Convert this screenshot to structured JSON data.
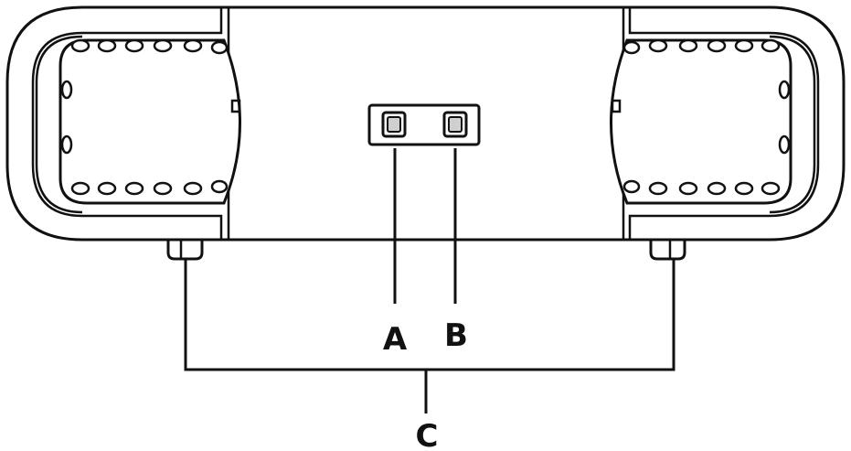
{
  "labels": {
    "a": "A",
    "b": "B",
    "c": "C"
  },
  "colors": {
    "line": "#111111",
    "background": "#ffffff",
    "button_face": "#cfcfcf"
  }
}
